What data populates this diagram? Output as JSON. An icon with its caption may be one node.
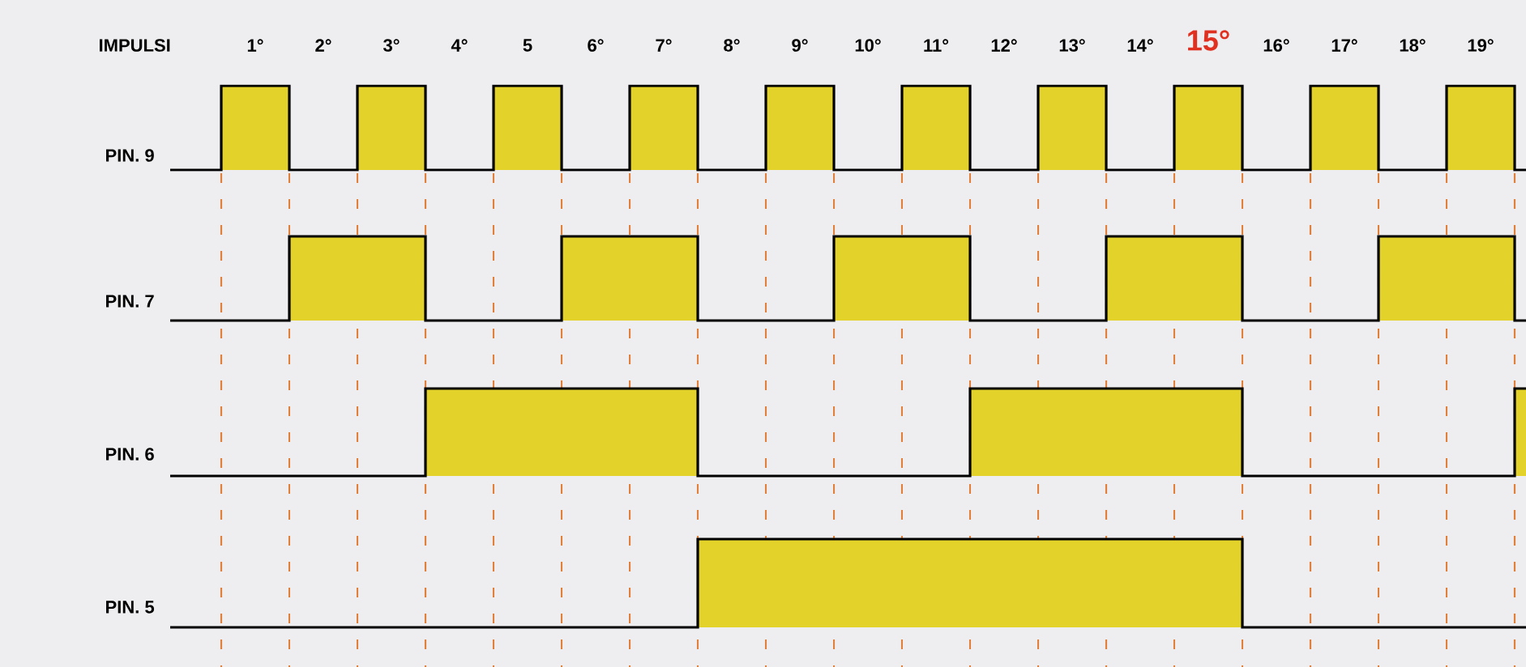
{
  "diagram": {
    "labels": [
      "IMPULSI",
      "1°",
      "2°",
      "3°",
      "4°",
      "5",
      "6°",
      "7°",
      "8°",
      "9°",
      "10°",
      "11°",
      "12°",
      "13°",
      "14°",
      "15°",
      "16°",
      "17°",
      "18°",
      "19°",
      "PIN. 9",
      "PIN. 7",
      "PIN. 6",
      "PIN. 5"
    ]
  }
}
